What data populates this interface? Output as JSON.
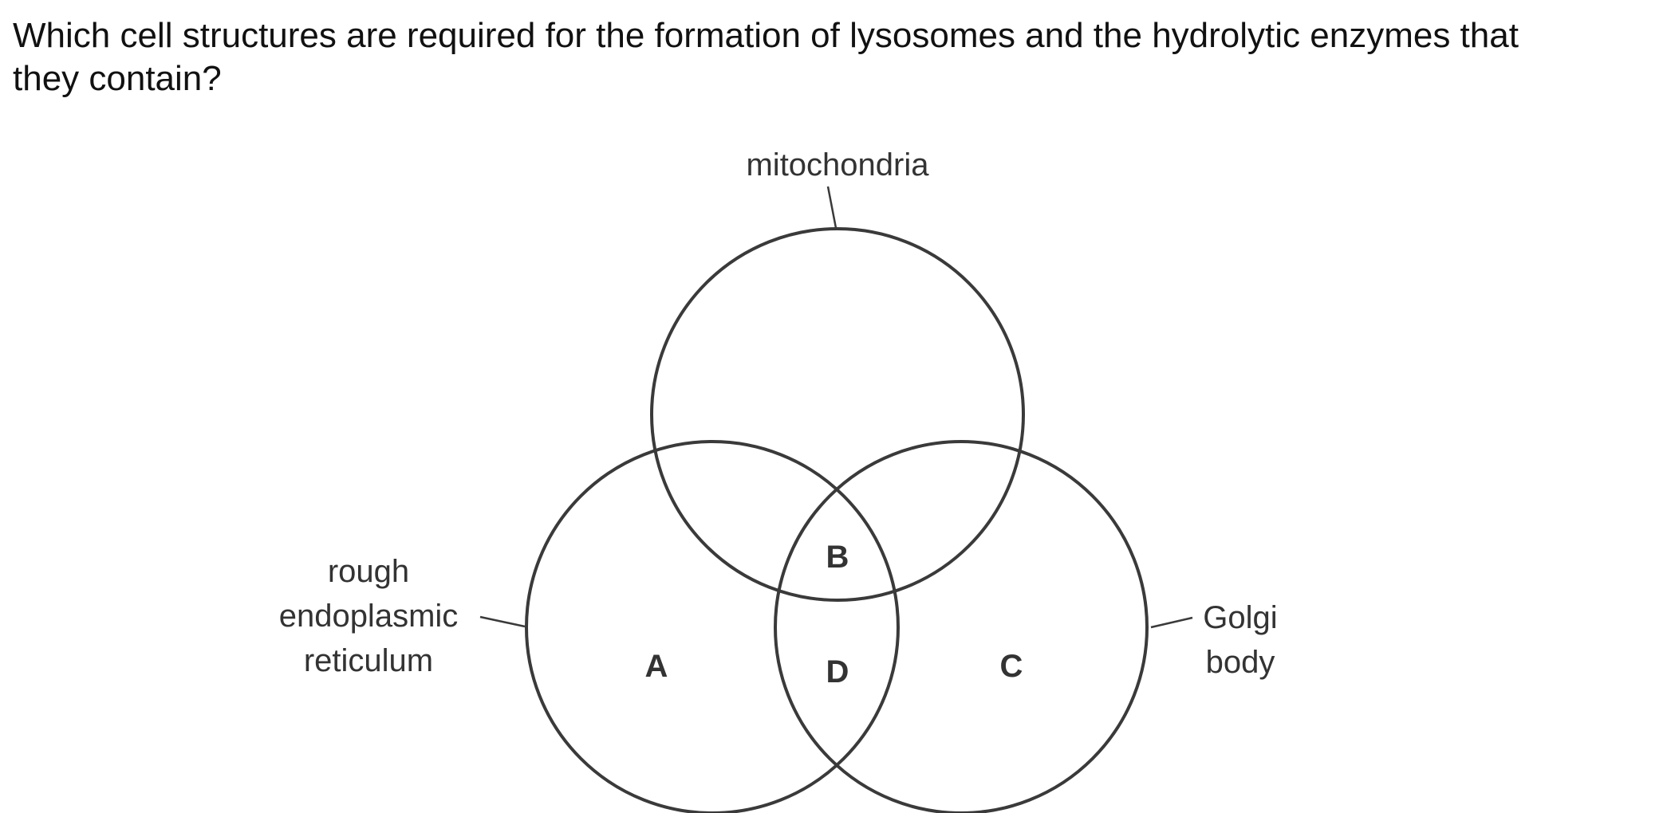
{
  "question": {
    "line1": "Which cell structures are required for the formation of lysosomes and the hydrolytic enzymes that",
    "line2": "they contain?"
  },
  "diagram": {
    "sets": {
      "top": {
        "label": "mitochondria"
      },
      "left": {
        "label_lines": [
          "rough",
          "endoplasmic",
          "reticulum"
        ]
      },
      "right": {
        "label_lines": [
          "Golgi",
          "body"
        ]
      }
    },
    "regions": {
      "A": "A",
      "B": "B",
      "C": "C",
      "D": "D"
    }
  }
}
